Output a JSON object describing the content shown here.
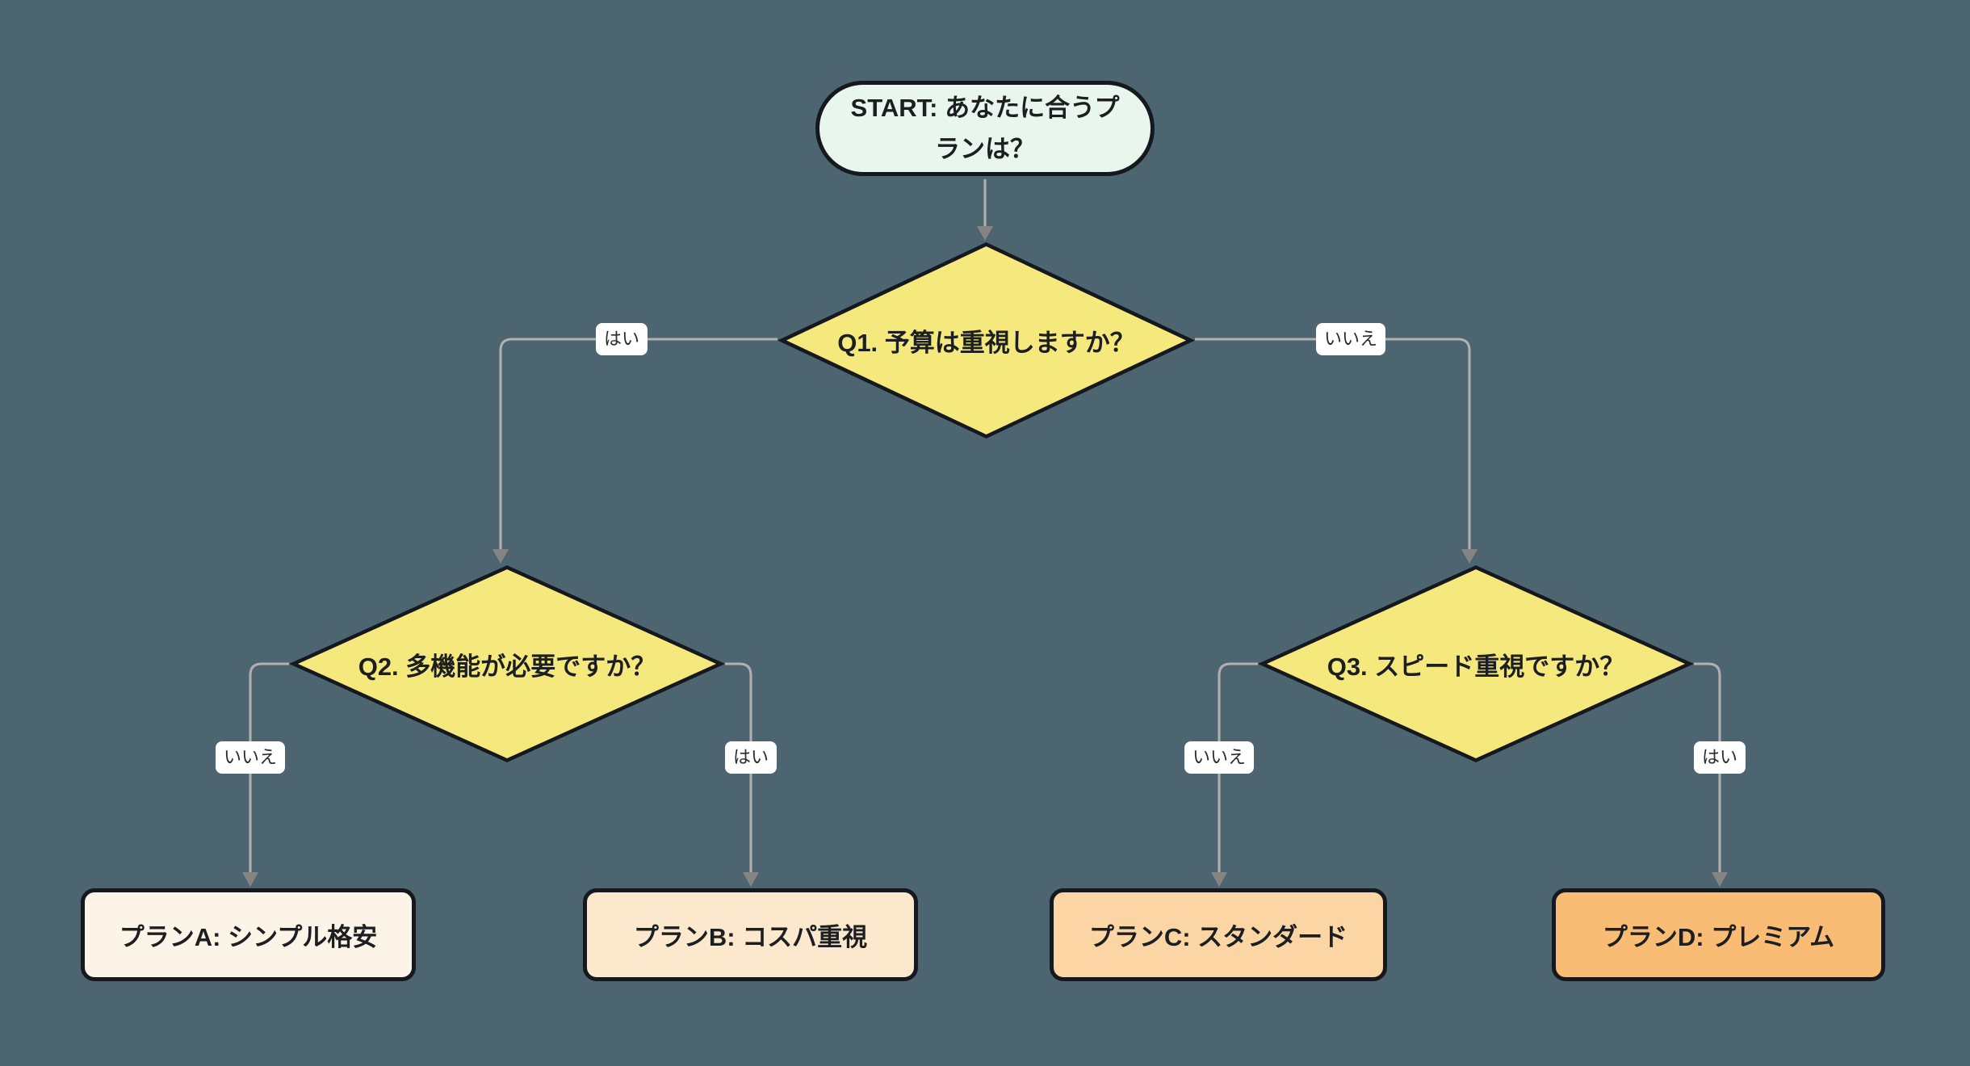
{
  "colors": {
    "background": "#4c6570",
    "node_border": "#15181c",
    "node_text": "#1c1e21",
    "edge_line": "#b3b1af",
    "arrowhead": "#868482",
    "edge_label_bg": "#ffffff",
    "edge_label_text": "#2a2a2a",
    "diamond_fill": "#f5e97d"
  },
  "nodes": {
    "start": {
      "label": "START: あなたに合うプランは？",
      "fill": "#e9f6ee"
    },
    "q1": {
      "label": "Q1. 予算は重視しますか？",
      "fill": "#f5e97d"
    },
    "q2": {
      "label": "Q2. 多機能が必要ですか？",
      "fill": "#f5e97d"
    },
    "q3": {
      "label": "Q3. スピード重視ですか？",
      "fill": "#f5e97d"
    },
    "plan_a": {
      "label": "プランA: シンプル格安",
      "fill": "#fdf4e8"
    },
    "plan_b": {
      "label": "プランB: コスパ重視",
      "fill": "#fce9cd"
    },
    "plan_c": {
      "label": "プランC: スタンダード",
      "fill": "#fbd5a4"
    },
    "plan_d": {
      "label": "プランD: プレミアム",
      "fill": "#f9bc74"
    }
  },
  "edge_labels": {
    "q1_yes": "はい",
    "q1_no": "いいえ",
    "q2_no": "いいえ",
    "q2_yes": "はい",
    "q3_no": "いいえ",
    "q3_yes": "はい"
  }
}
